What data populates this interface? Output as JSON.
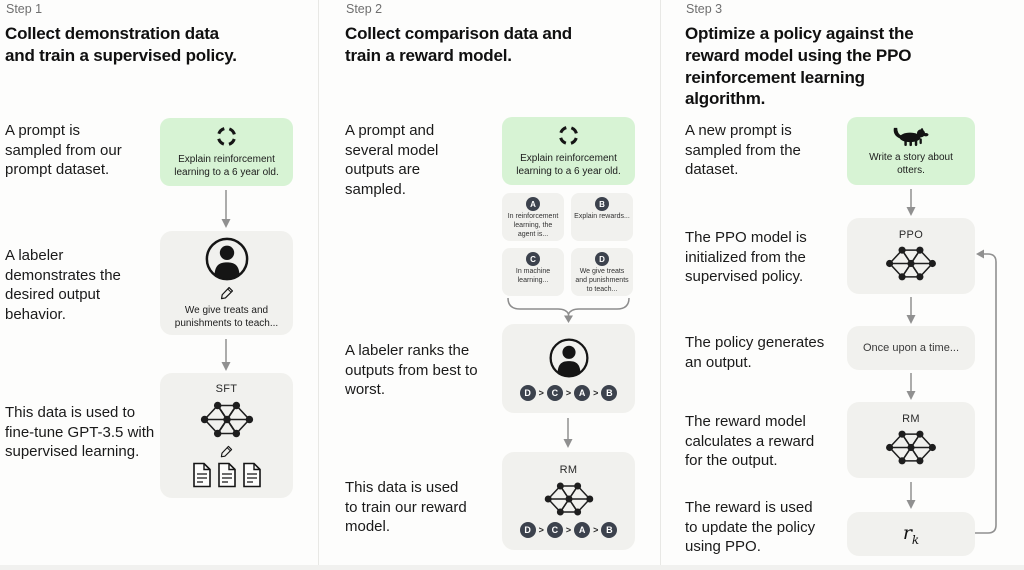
{
  "colors": {
    "green_box": "#d7f3d4",
    "gray_box": "#f1f1ee",
    "badge": "#3c424d",
    "arrow": "#909090",
    "divider": "#e8e8e5",
    "step_label": "#6f6f6f",
    "text": "#161616"
  },
  "step1": {
    "label": "Step 1",
    "heading": "Collect demonstration data and train a supervised policy.",
    "row1_text": "A prompt is sampled from our prompt dataset.",
    "prompt_box": "Explain reinforcement learning to a 6 year old.",
    "row2_text": "A labeler demonstrates the desired output behavior.",
    "labeler_box": "We give treats and punishments to teach...",
    "row3_text": "This data is used to fine-tune GPT-3.5 with supervised learning.",
    "model_label": "SFT"
  },
  "step2": {
    "label": "Step 2",
    "heading": "Collect comparison data and train a reward model.",
    "row1_text": "A prompt and several model outputs are sampled.",
    "prompt_box": "Explain reinforcement learning to a 6 year old.",
    "outputs": [
      {
        "id": "A",
        "text": "In reinforcement learning, the agent is..."
      },
      {
        "id": "B",
        "text": "Explain rewards..."
      },
      {
        "id": "C",
        "text": "In machine learning..."
      },
      {
        "id": "D",
        "text": "We give treats and punishments to teach..."
      }
    ],
    "row2_text": "A labeler ranks the outputs from best to worst.",
    "ranking": [
      "D",
      "C",
      "A",
      "B"
    ],
    "ranking_separator": ">",
    "row3_text": "This data is used to train our reward model.",
    "model_label": "RM"
  },
  "step3": {
    "label": "Step 3",
    "heading": "Optimize a policy against the reward model using the PPO reinforcement learning algorithm.",
    "row1_text": "A new prompt is sampled from the dataset.",
    "prompt_box": "Write a story about otters.",
    "row2_text": "The PPO model is initialized from the supervised policy.",
    "ppo_label": "PPO",
    "row3_text": "The policy generates an output.",
    "output_box": "Once upon a time...",
    "row4_text": "The reward model calculates a reward for the output.",
    "rm_label": "RM",
    "row5_text": "The reward is used to update the policy using PPO.",
    "reward_symbol": "r",
    "reward_subscript": "k"
  }
}
